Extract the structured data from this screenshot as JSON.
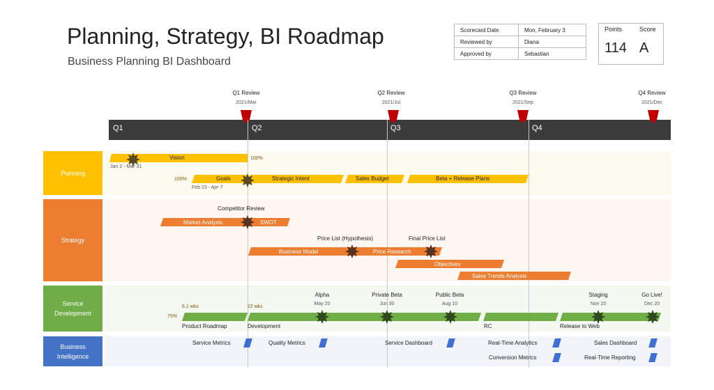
{
  "header": {
    "title": "Planning, Strategy, BI Roadmap",
    "subtitle": "Business Planning BI Dashboard"
  },
  "scorecard": {
    "rows": [
      {
        "label": "Scorecard Date",
        "value": "Mon, February 3"
      },
      {
        "label": "Reviewed by",
        "value": "Diana"
      },
      {
        "label": "Approved by",
        "value": "Sebastian"
      }
    ],
    "points_label": "Points",
    "score_label": "Score",
    "points": "114",
    "score": "A"
  },
  "timeline": {
    "quarters": [
      "Q1",
      "Q2",
      "Q3",
      "Q4"
    ],
    "reviews": [
      {
        "label": "Q1 Review",
        "date": "2021/Mar"
      },
      {
        "label": "Q2 Review",
        "date": "2021/Jul"
      },
      {
        "label": "Q3 Review",
        "date": "2021/Sep"
      },
      {
        "label": "Q4 Review",
        "date": "2021/Dec"
      }
    ],
    "marker_color": "#c00000",
    "band_color": "#3b3b3b"
  },
  "lanes": {
    "planning": {
      "label": "Planning",
      "color": "#ffc000",
      "bg": "#fdfbef",
      "vision": "Vision",
      "vision_pct": "100%",
      "vision_dates": "Jan 2 - Mar 31",
      "goals": "Goals",
      "goals_pct": "100%",
      "goals_dates": "Feb 23 - Apr 7",
      "strategic_intent": "Strategic Intent",
      "sales_budget": "Sales Budget",
      "beta_release": "Beta + Release Plans"
    },
    "strategy": {
      "label": "Strategy",
      "color": "#ed7d31",
      "bg": "#fdf6f1",
      "competitor_review": "Competitor Review",
      "market_analysis": "Market Analysis",
      "swot": "SWOT",
      "price_list": "Price List (Hypothesis)",
      "final_price_list": "Final Price List",
      "business_model": "Business Model",
      "price_research": "Price Research",
      "objectives": "Objectives",
      "sales_trends": "Sales Trends Analysis"
    },
    "service_dev": {
      "label_line1": "Service",
      "label_line2": "Development",
      "color": "#70ad47",
      "bg": "#f4f8f1",
      "wks1": "6.1 wks",
      "wks2": "22 wks",
      "pct": "75%",
      "product_roadmap": "Product Roadmap",
      "development": "Development",
      "rc": "RC",
      "release_web": "Release to Web",
      "milestones": [
        {
          "label": "Alpha",
          "date": "May 20"
        },
        {
          "label": "Private Beta",
          "date": "Jun 30"
        },
        {
          "label": "Public Beta",
          "date": "Aug 10"
        },
        {
          "label": "Staging",
          "date": "Nov 15"
        },
        {
          "label": "Go Live!",
          "date": "Dec 20"
        }
      ]
    },
    "bi": {
      "label_line1": "Business",
      "label_line2": "Intelligence",
      "color": "#4472c4",
      "bg": "#f1f4f9",
      "items": [
        "Service Metrics",
        "Quality Metrics",
        "Service Dashboard",
        "Real-Time Analytics",
        "Sales Dashboard",
        "Conversion Metrics",
        "Real-Time Reporting"
      ]
    }
  }
}
